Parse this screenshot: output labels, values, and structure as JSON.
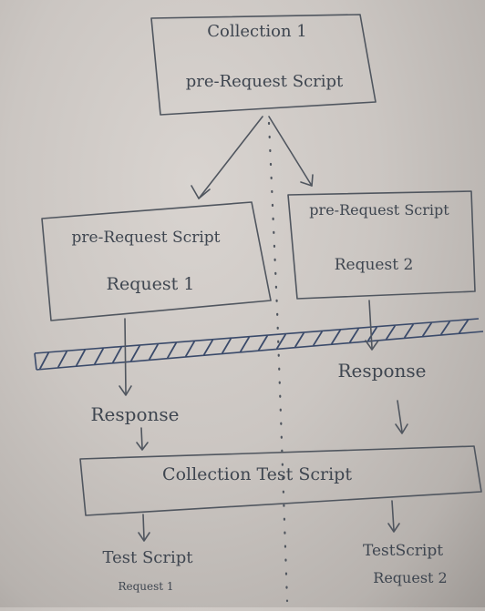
{
  "collection_box": {
    "title": "Collection 1",
    "subtitle": "pre-Request Script"
  },
  "request1_box": {
    "script": "pre-Request Script",
    "name": "Request 1"
  },
  "request2_box": {
    "script": "pre-Request Script",
    "name": "Request 2"
  },
  "responses": {
    "left": "Response",
    "right": "Response"
  },
  "collection_test_box": {
    "label": "Collection Test Script"
  },
  "test_scripts": {
    "left_title": "Test Script",
    "left_sub": "Request 1",
    "right_title": "TestScript",
    "right_sub": "Request 2"
  },
  "colors": {
    "ink": "#3f4650",
    "server_line": "#3a4a6a",
    "paper": "#d2cdc9"
  }
}
